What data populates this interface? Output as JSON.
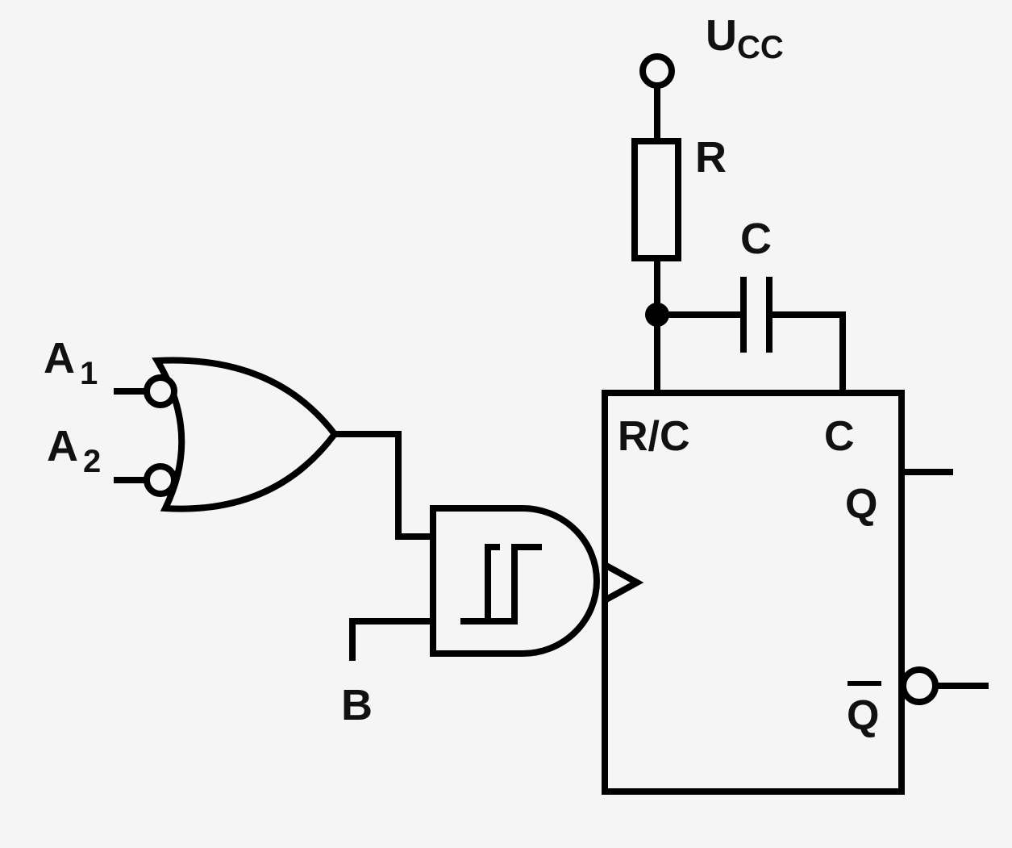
{
  "supply": {
    "label": "U",
    "subscript": "CC"
  },
  "resistor": {
    "label": "R"
  },
  "capacitor": {
    "label": "C"
  },
  "inputs": {
    "a1": {
      "label": "A",
      "subscript": "1"
    },
    "a2": {
      "label": "A",
      "subscript": "2"
    },
    "b": {
      "label": "B"
    }
  },
  "monoflop": {
    "pin_rc": "R/C",
    "pin_c": "C",
    "out_q": "Q",
    "out_qbar": "Q"
  }
}
